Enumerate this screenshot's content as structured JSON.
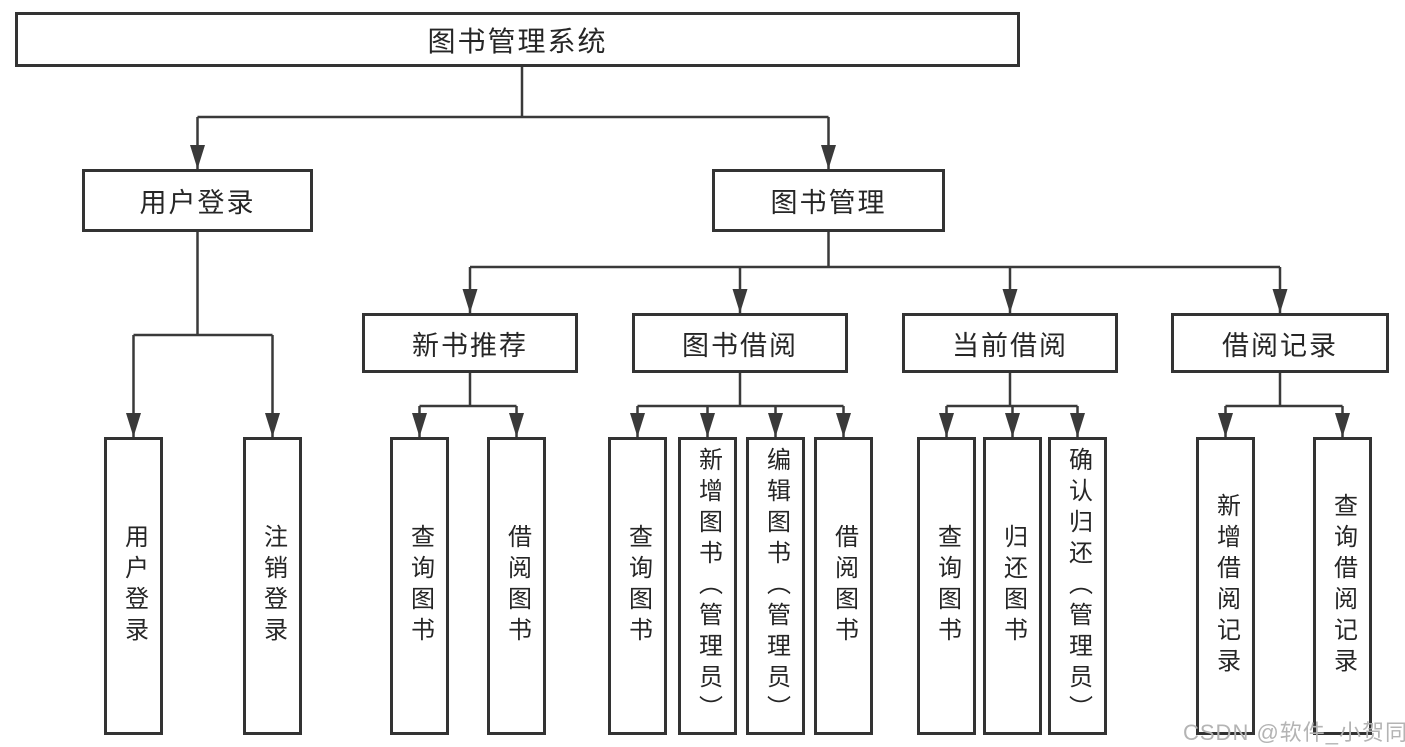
{
  "diagram": {
    "root": {
      "label": "图书管理系统"
    },
    "level2": [
      {
        "label": "用户登录"
      },
      {
        "label": "图书管理"
      }
    ],
    "level3": [
      {
        "label": "新书推荐"
      },
      {
        "label": "图书借阅"
      },
      {
        "label": "当前借阅"
      },
      {
        "label": "借阅记录"
      }
    ],
    "leaves": {
      "user_login": [
        {
          "label": "用户登录"
        },
        {
          "label": "注销登录"
        }
      ],
      "new_book_recommend": [
        {
          "label": "查询图书"
        },
        {
          "label": "借阅图书"
        }
      ],
      "book_borrow": [
        {
          "label": "查询图书"
        },
        {
          "label": "新增图书（管理员）"
        },
        {
          "label": "编辑图书（管理员）"
        },
        {
          "label": "借阅图书"
        }
      ],
      "current_borrow": [
        {
          "label": "查询图书"
        },
        {
          "label": "归还图书"
        },
        {
          "label": "确认归还（管理员）"
        }
      ],
      "borrow_record": [
        {
          "label": "新增借阅记录"
        },
        {
          "label": "查询借阅记录"
        }
      ]
    }
  },
  "watermark": {
    "text": "CSDN @软件_小贺同学"
  },
  "colors": {
    "line": "#3a3a3a",
    "border": "#333333",
    "text": "#262626",
    "background": "#ffffff",
    "watermark": "#b4b4b4"
  }
}
